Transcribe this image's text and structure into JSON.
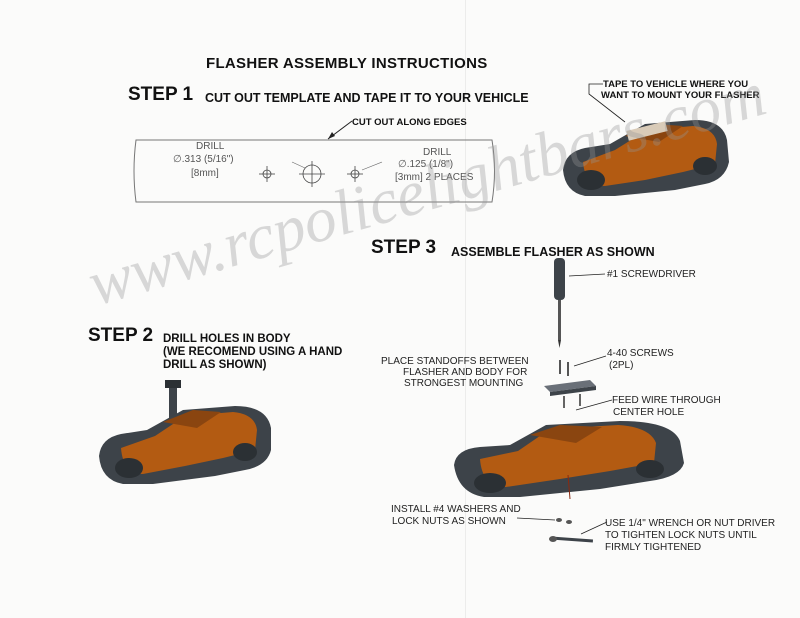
{
  "doc": {
    "title": "FLASHER ASSEMBLY INSTRUCTIONS",
    "watermark": "www.rcpolicelightbars.com"
  },
  "step1": {
    "label": "STEP 1",
    "instruction": "CUT OUT TEMPLATE AND TAPE IT TO YOUR VEHICLE",
    "cut_note": "CUT OUT ALONG EDGES",
    "drill_left_label": "DRILL",
    "drill_left_size": "∅.313 (5/16\")",
    "drill_left_mm": "[8mm]",
    "drill_right_label": "DRILL",
    "drill_right_size": "∅.125 (1/8\")",
    "drill_right_mm": "[3mm] 2 PLACES",
    "tape_note_line1": "TAPE TO VEHICLE WHERE YOU",
    "tape_note_line2": "WANT TO MOUNT YOUR FLASHER"
  },
  "step2": {
    "label": "STEP 2",
    "line1": "DRILL HOLES IN BODY",
    "line2": "(WE RECOMEND USING A HAND",
    "line3": "DRILL AS SHOWN)"
  },
  "step3": {
    "label": "STEP 3",
    "instruction": "ASSEMBLE FLASHER AS SHOWN",
    "screwdriver": "#1 SCREWDRIVER",
    "screws_line1": "4-40 SCREWS",
    "screws_line2": "(2PL)",
    "standoffs_line1": "PLACE STANDOFFS BETWEEN",
    "standoffs_line2": "FLASHER AND BODY FOR",
    "standoffs_line3": "STRONGEST MOUNTING",
    "wire_line1": "FEED WIRE THROUGH",
    "wire_line2": "CENTER HOLE",
    "washers_line1": "INSTALL #4 WASHERS AND",
    "washers_line2": "LOCK NUTS AS SHOWN",
    "wrench_line1": "USE 1/4\" WRENCH OR NUT DRIVER",
    "wrench_line2": "TO TIGHTEN LOCK NUTS UNTIL",
    "wrench_line3": "FIRMLY TIGHTENED"
  },
  "colors": {
    "body_orange": "#b35b12",
    "body_dark": "#3d4349",
    "paper": "#fbfbfa"
  }
}
